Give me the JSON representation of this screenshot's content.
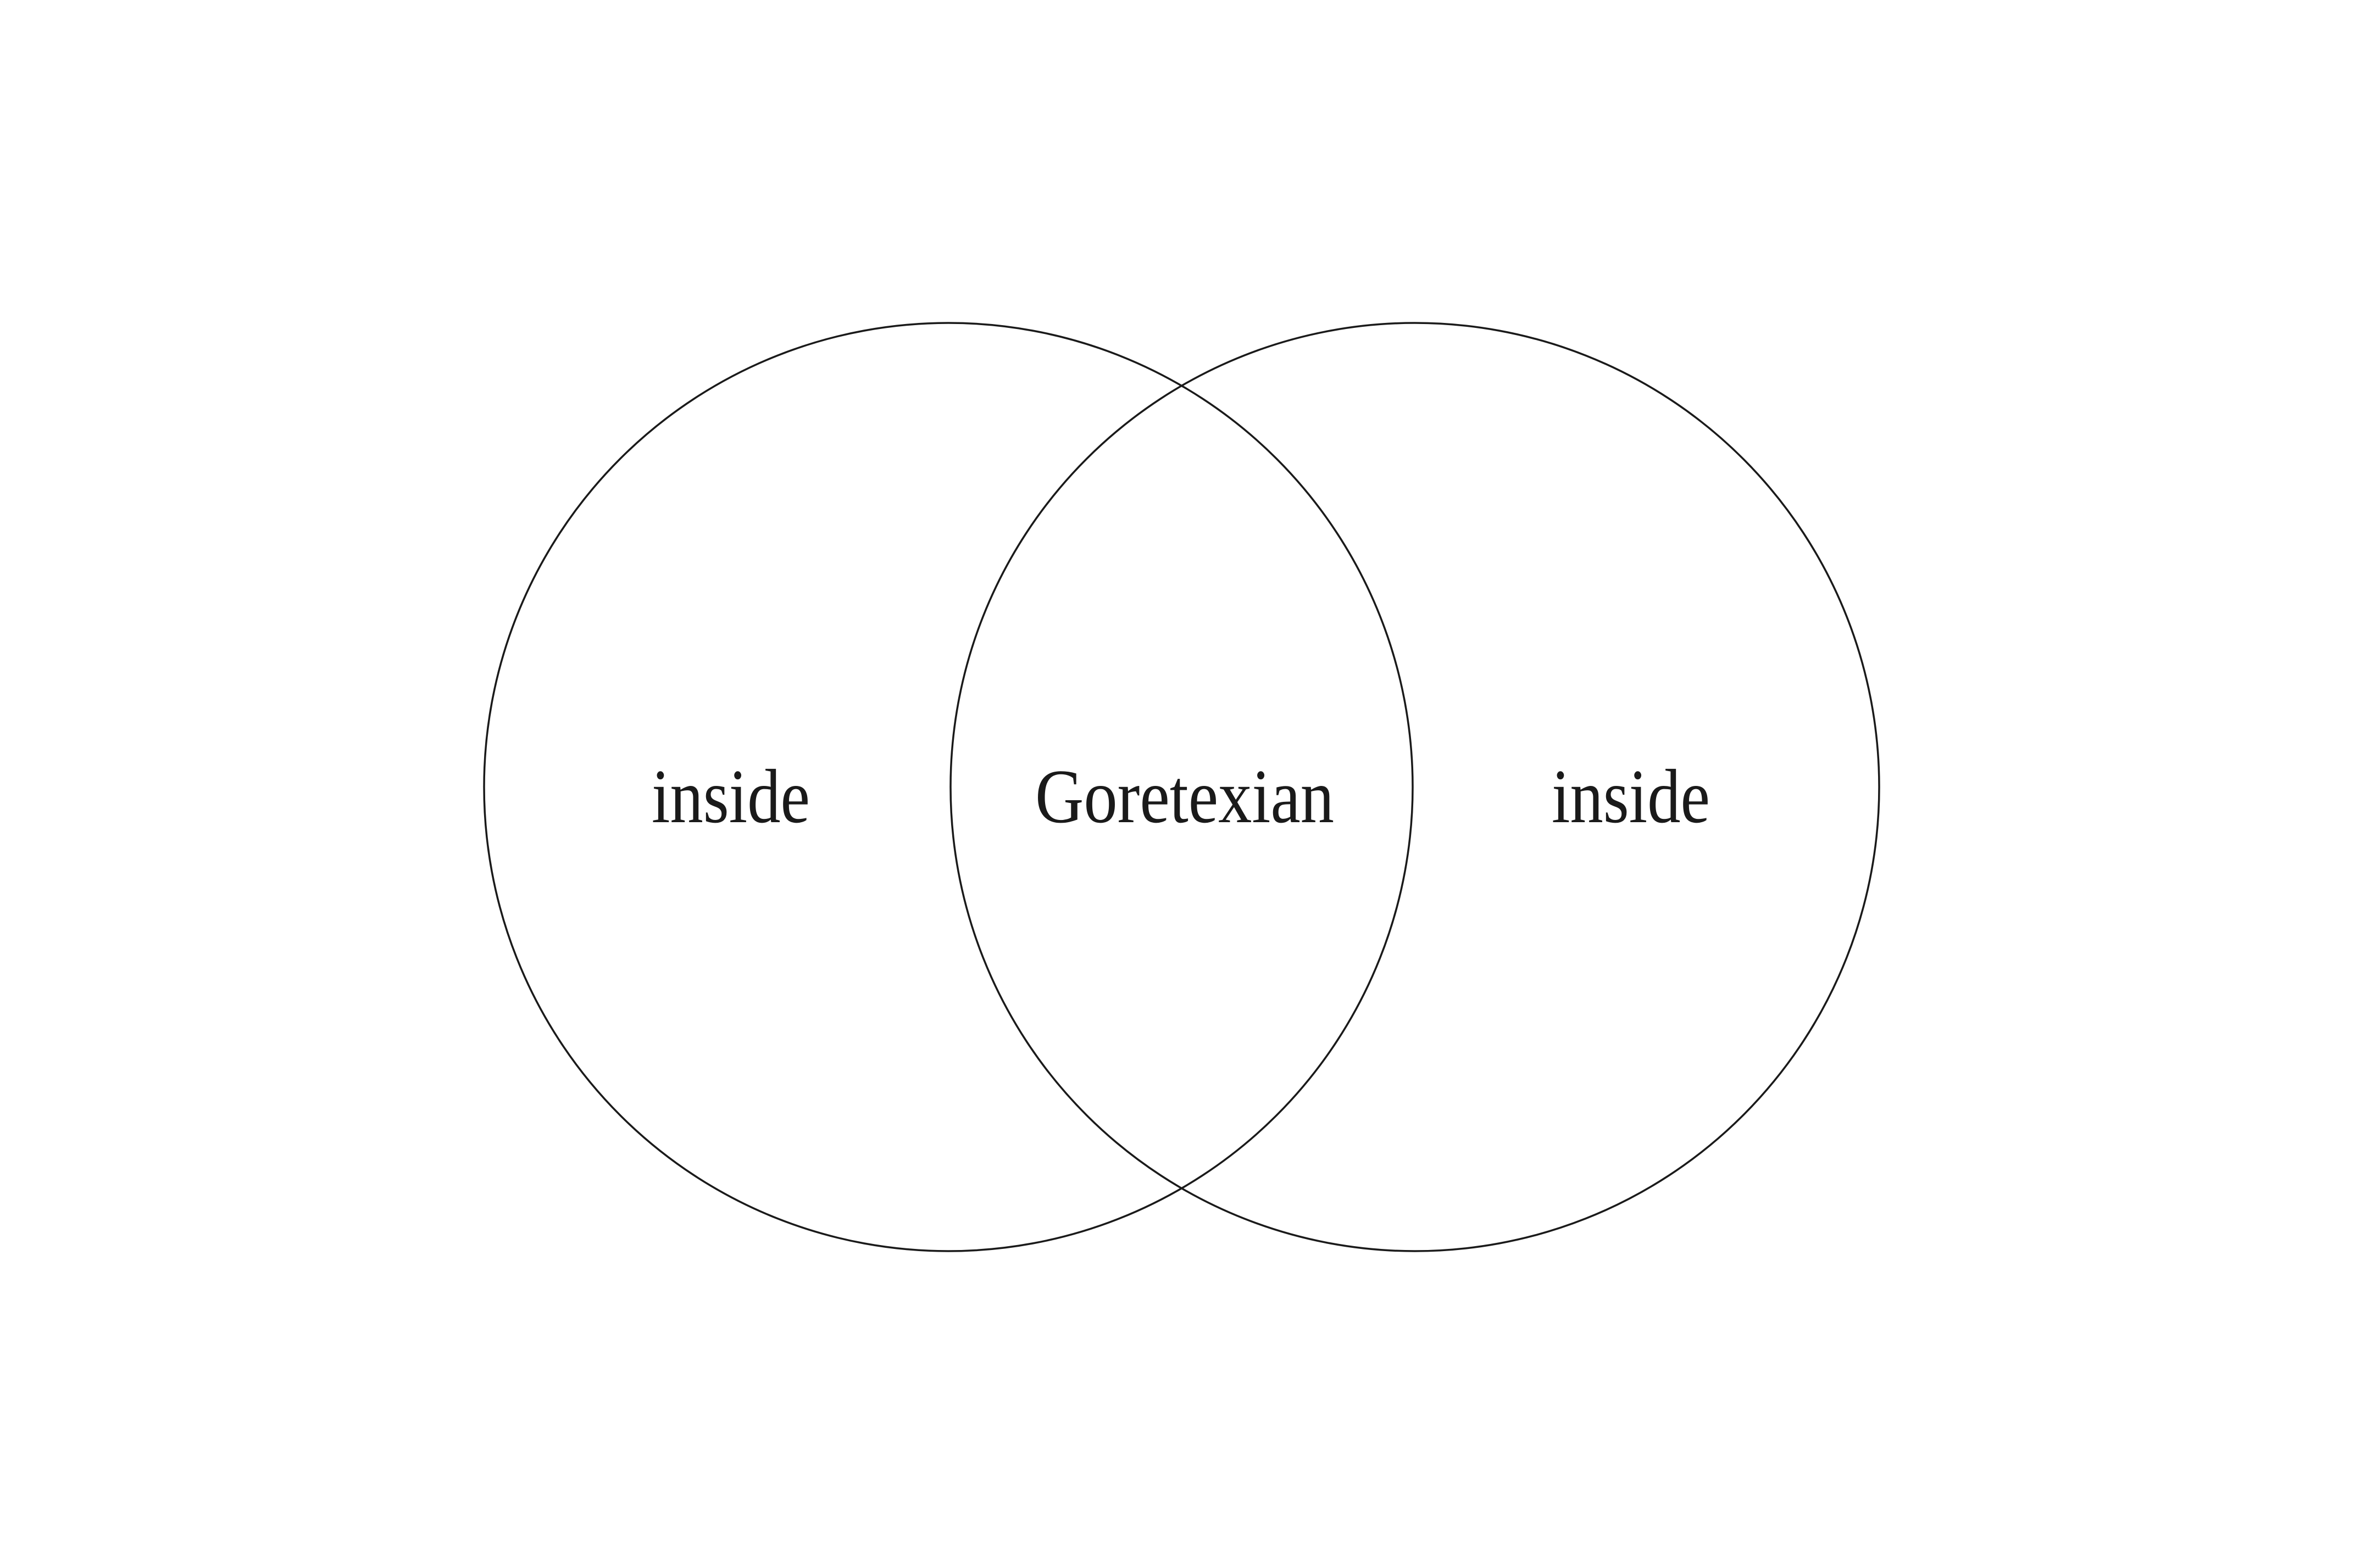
{
  "diagram": {
    "type": "venn",
    "sets": [
      {
        "label": "inside"
      },
      {
        "label": "inside"
      }
    ],
    "intersection_label": "Goretexian",
    "stroke_color": "#1a1a1a",
    "background": "#ffffff"
  }
}
